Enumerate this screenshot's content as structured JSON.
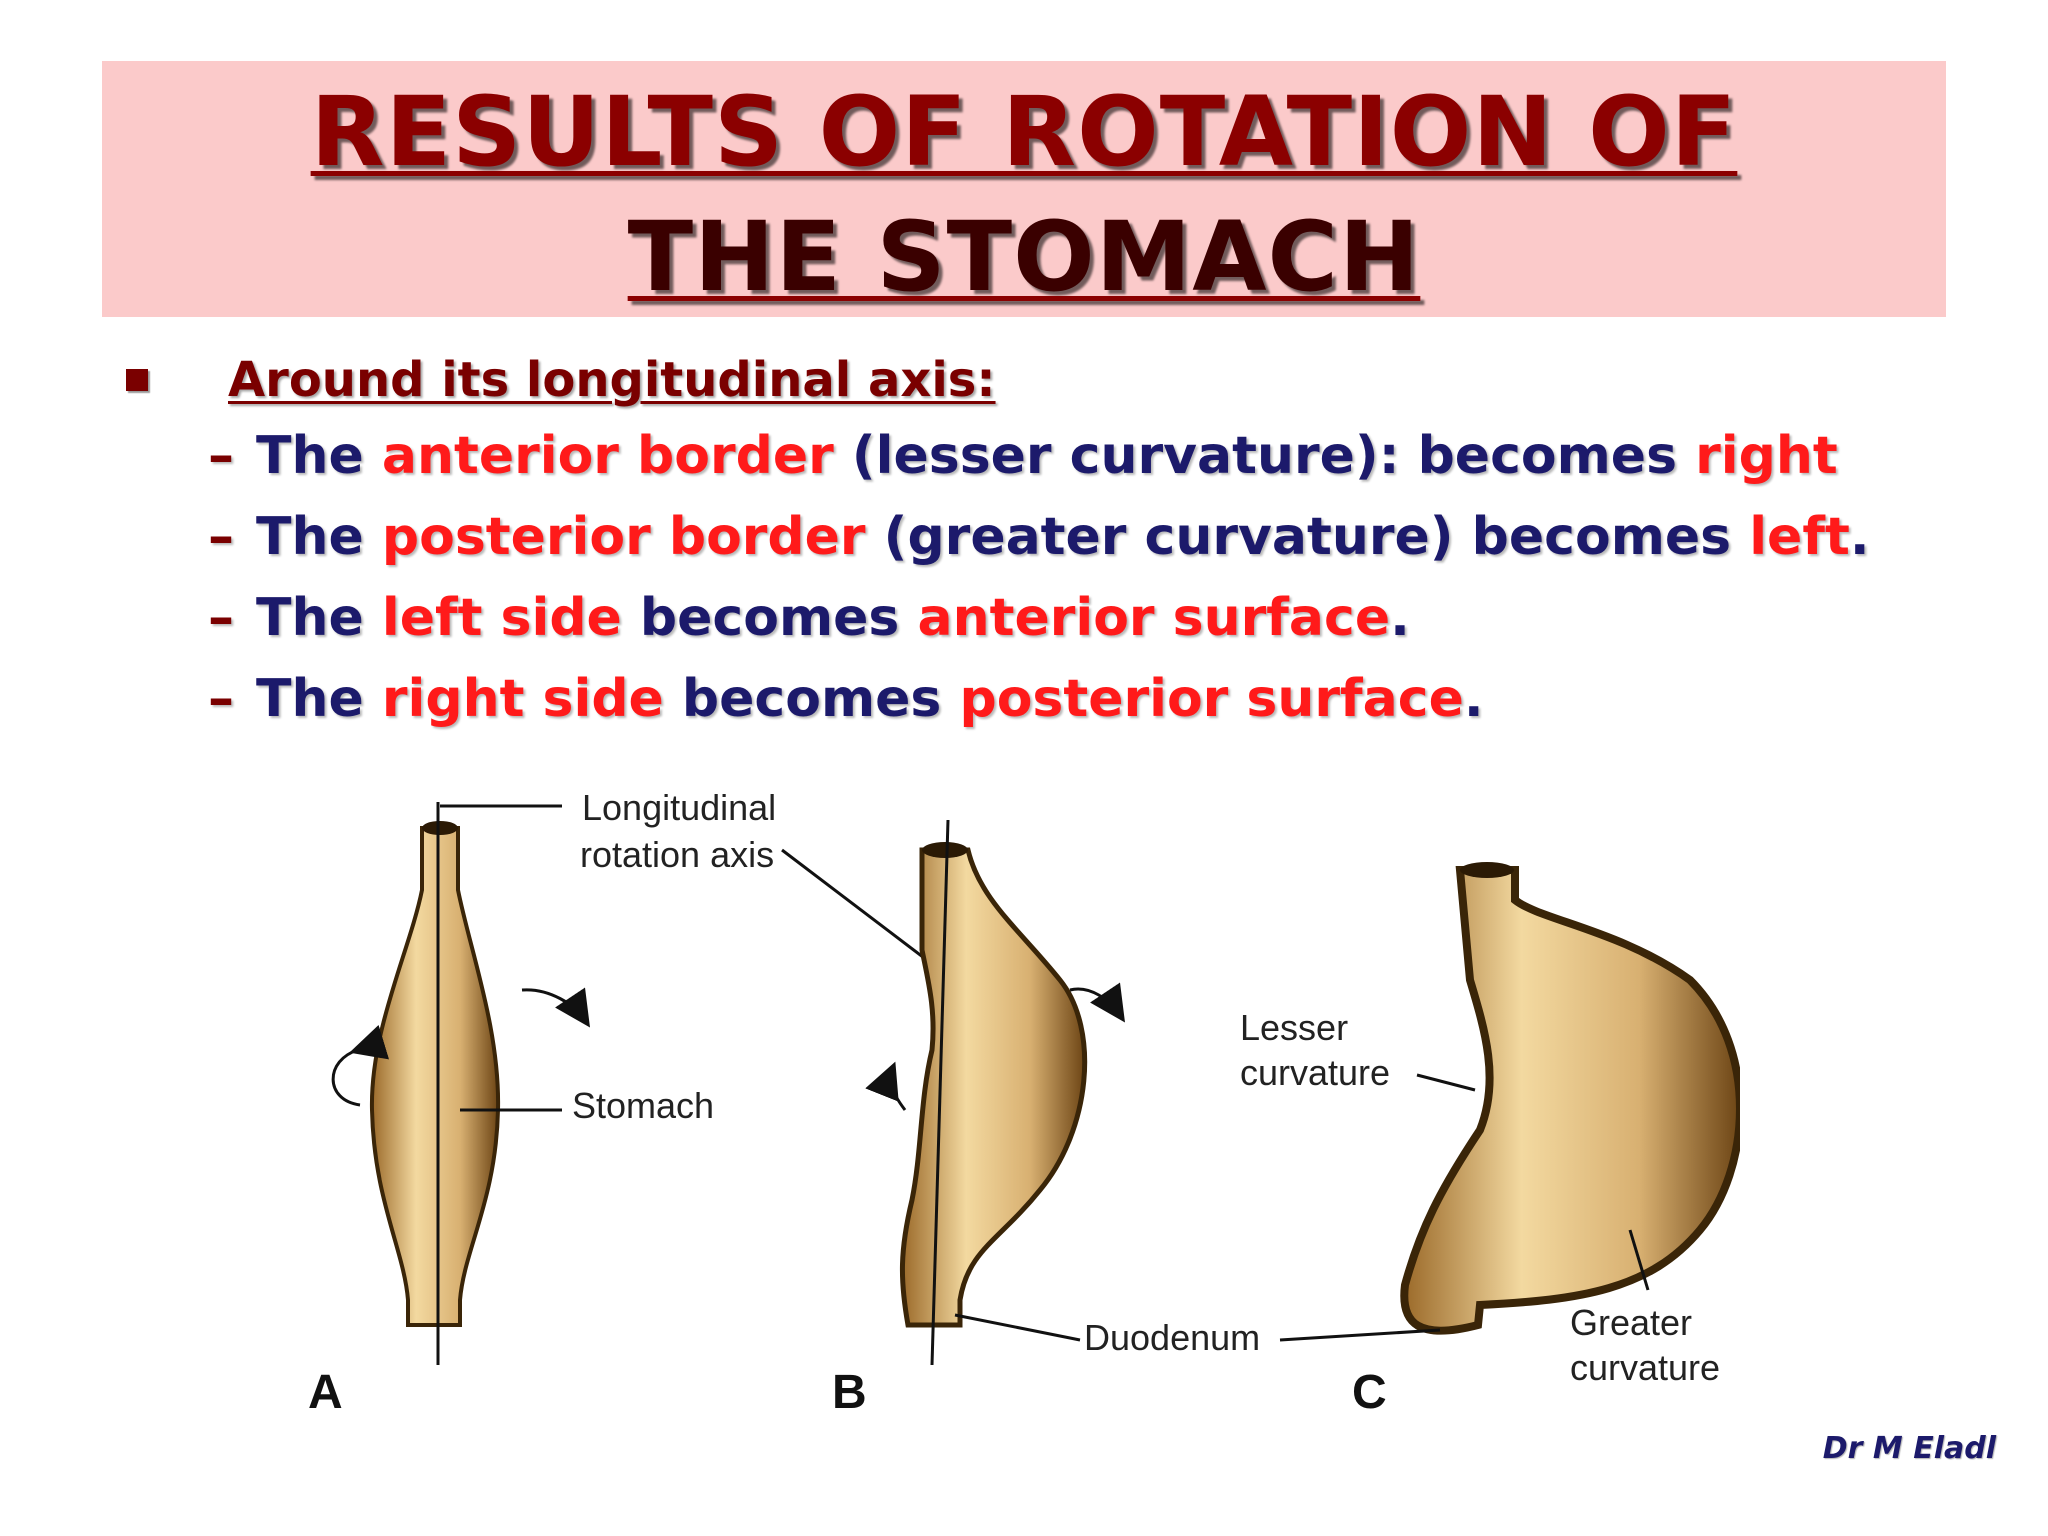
{
  "title": {
    "line1": "RESULTS OF ROTATION OF",
    "line2": "THE STOMACH"
  },
  "heading": "Around its longitudinal axis:",
  "dash": "–",
  "items": [
    [
      {
        "t": "The ",
        "c": "n"
      },
      {
        "t": "anterior border",
        "c": "r"
      },
      {
        "t": " (lesser curvature): becomes ",
        "c": "n"
      },
      {
        "t": "right",
        "c": "r"
      }
    ],
    [
      {
        "t": "The ",
        "c": "n"
      },
      {
        "t": "posterior border",
        "c": "r"
      },
      {
        "t": " (greater curvature) becomes ",
        "c": "n"
      },
      {
        "t": "left",
        "c": "r"
      },
      {
        "t": ".",
        "c": "n"
      }
    ],
    [
      {
        "t": "The ",
        "c": "n"
      },
      {
        "t": "left side",
        "c": "r"
      },
      {
        "t": " becomes ",
        "c": "n"
      },
      {
        "t": "anterior surface",
        "c": "r"
      },
      {
        "t": ".",
        "c": "n"
      }
    ],
    [
      {
        "t": "The ",
        "c": "n"
      },
      {
        "t": "right side",
        "c": "r"
      },
      {
        "t": " becomes ",
        "c": "n"
      },
      {
        "t": "posterior surface",
        "c": "r"
      },
      {
        "t": ".",
        "c": "n"
      }
    ]
  ],
  "figure": {
    "axis_label_1": "Longitudinal",
    "axis_label_2": "rotation axis",
    "stomach_label": "Stomach",
    "lesser_1": "Lesser",
    "lesser_2": "curvature",
    "duodenum": "Duodenum",
    "greater_1": "Greater",
    "greater_2": "curvature",
    "panel_a": "A",
    "panel_b": "B",
    "panel_c": "C"
  },
  "credit": "Dr M Eladl",
  "colors": {
    "title": "#8b0000",
    "band": "#fbcaca",
    "navy": "#1c1a6b",
    "red": "#ff1a1a",
    "stomach": "#d8b071"
  }
}
